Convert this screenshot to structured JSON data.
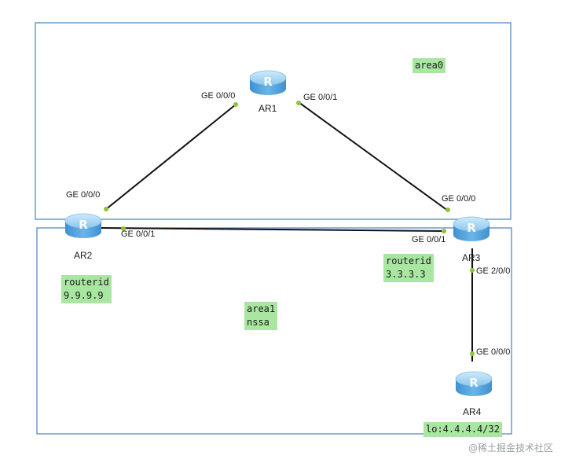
{
  "areas": {
    "area0_label": "area0",
    "area1_line1": "area1",
    "area1_line2": "nssa"
  },
  "devices": {
    "ar1": "AR1",
    "ar2": "AR2",
    "ar3": "AR3",
    "ar4": "AR4"
  },
  "interfaces": {
    "ar1_g000": "GE 0/0/0",
    "ar1_g001": "GE 0/0/1",
    "ar2_g000": "GE 0/0/0",
    "ar2_g001": "GE 0/0/1",
    "ar3_g000": "GE 0/0/0",
    "ar3_g001": "GE 0/0/1",
    "ar3_g200": "GE 2/0/0",
    "ar4_g000": "GE 0/0/0"
  },
  "notes": {
    "ar2_routerid_key": "routerid",
    "ar2_routerid_val": "9.9.9.9",
    "ar3_routerid_key": "routerid",
    "ar3_routerid_val": "3.3.3.3",
    "ar4_loopback": "lo:4.4.4.4/32"
  },
  "colors": {
    "area_border": "#4a7fc1",
    "link": "#111111",
    "port_dot": "#8fc33a",
    "note_bg": "#a8e6a1",
    "router_body": "#5aa9e0"
  },
  "icons": [
    "router-icon"
  ],
  "watermark": "@稀土掘金技术社区"
}
